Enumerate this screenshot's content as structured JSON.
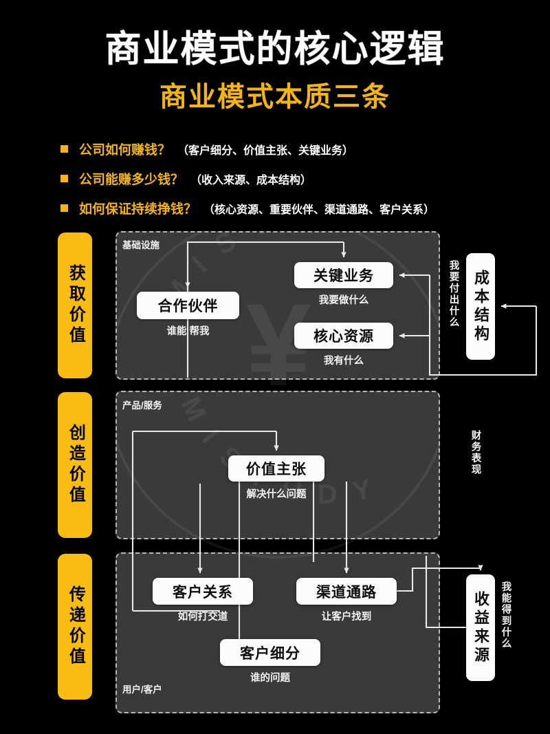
{
  "header": {
    "title": "商业模式的核心逻辑",
    "subtitle": "商业模式本质三条",
    "title_color": "#FFFFFF",
    "subtitle_color": "#F5B511"
  },
  "bullets": [
    {
      "question": "公司如何赚钱？",
      "detail": "（客户细分、价值主张、关键业务）"
    },
    {
      "question": "公司能赚多少钱？",
      "detail": "（收入来源、成本结构）"
    },
    {
      "question": "如何保证持续挣钱？",
      "detail": "（核心资源、重要伙伴、渠道通路、客户关系）"
    }
  ],
  "colors": {
    "accent_yellow": "#F8BC12",
    "panel_bg": "#3A3A3A",
    "panel_border": "#B9B9B9",
    "node_bg": "#FBFBFB",
    "background": "#000000"
  },
  "sections": [
    {
      "label": "获取价值",
      "tag": "基础设施",
      "nodes": [
        {
          "title": "合作伙伴",
          "caption": "谁能 帮我"
        },
        {
          "title": "关键业务",
          "caption": "我要做什么"
        },
        {
          "title": "核心资源",
          "caption": "我有什么"
        }
      ],
      "side": {
        "title": "成本结构",
        "caption": "我要付出什么"
      }
    },
    {
      "label": "创造价值",
      "tag": "产品/服务",
      "nodes": [
        {
          "title": "价值主张",
          "caption": "解决什么问题"
        }
      ],
      "side": {
        "title": "财务表现",
        "caption": ""
      }
    },
    {
      "label": "传递价值",
      "tag": "用户/客户",
      "nodes": [
        {
          "title": "客户关系",
          "caption": "如何打交道"
        },
        {
          "title": "渠道通路",
          "caption": "让客户找到"
        },
        {
          "title": "客户细分",
          "caption": "谁的问题"
        }
      ],
      "side": {
        "title": "收益来源",
        "caption": "我能得到什么"
      }
    }
  ],
  "watermark": {
    "text": "M I  S T U D Y",
    "symbol": "¥"
  }
}
